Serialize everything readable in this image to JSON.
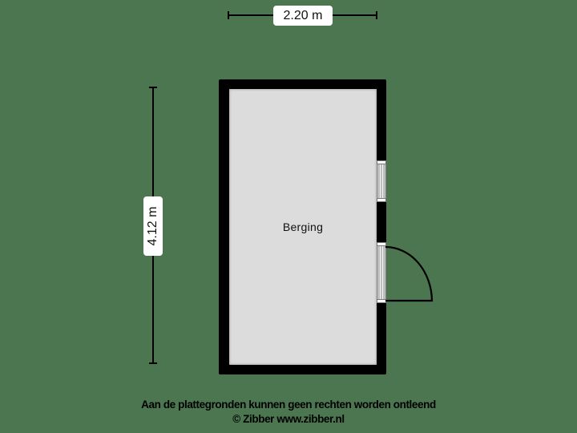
{
  "floorplan": {
    "room": {
      "name": "Berging"
    },
    "dimensions": {
      "width": "2.20 m",
      "height": "4.12 m"
    },
    "colors": {
      "background": "#4b7650",
      "wall": "#000000",
      "floor": "#dcdcdc"
    }
  },
  "footer": {
    "disclaimer": "Aan de plattegronden kunnen geen rechten worden ontleend",
    "credit": "© Zibber www.zibber.nl"
  }
}
